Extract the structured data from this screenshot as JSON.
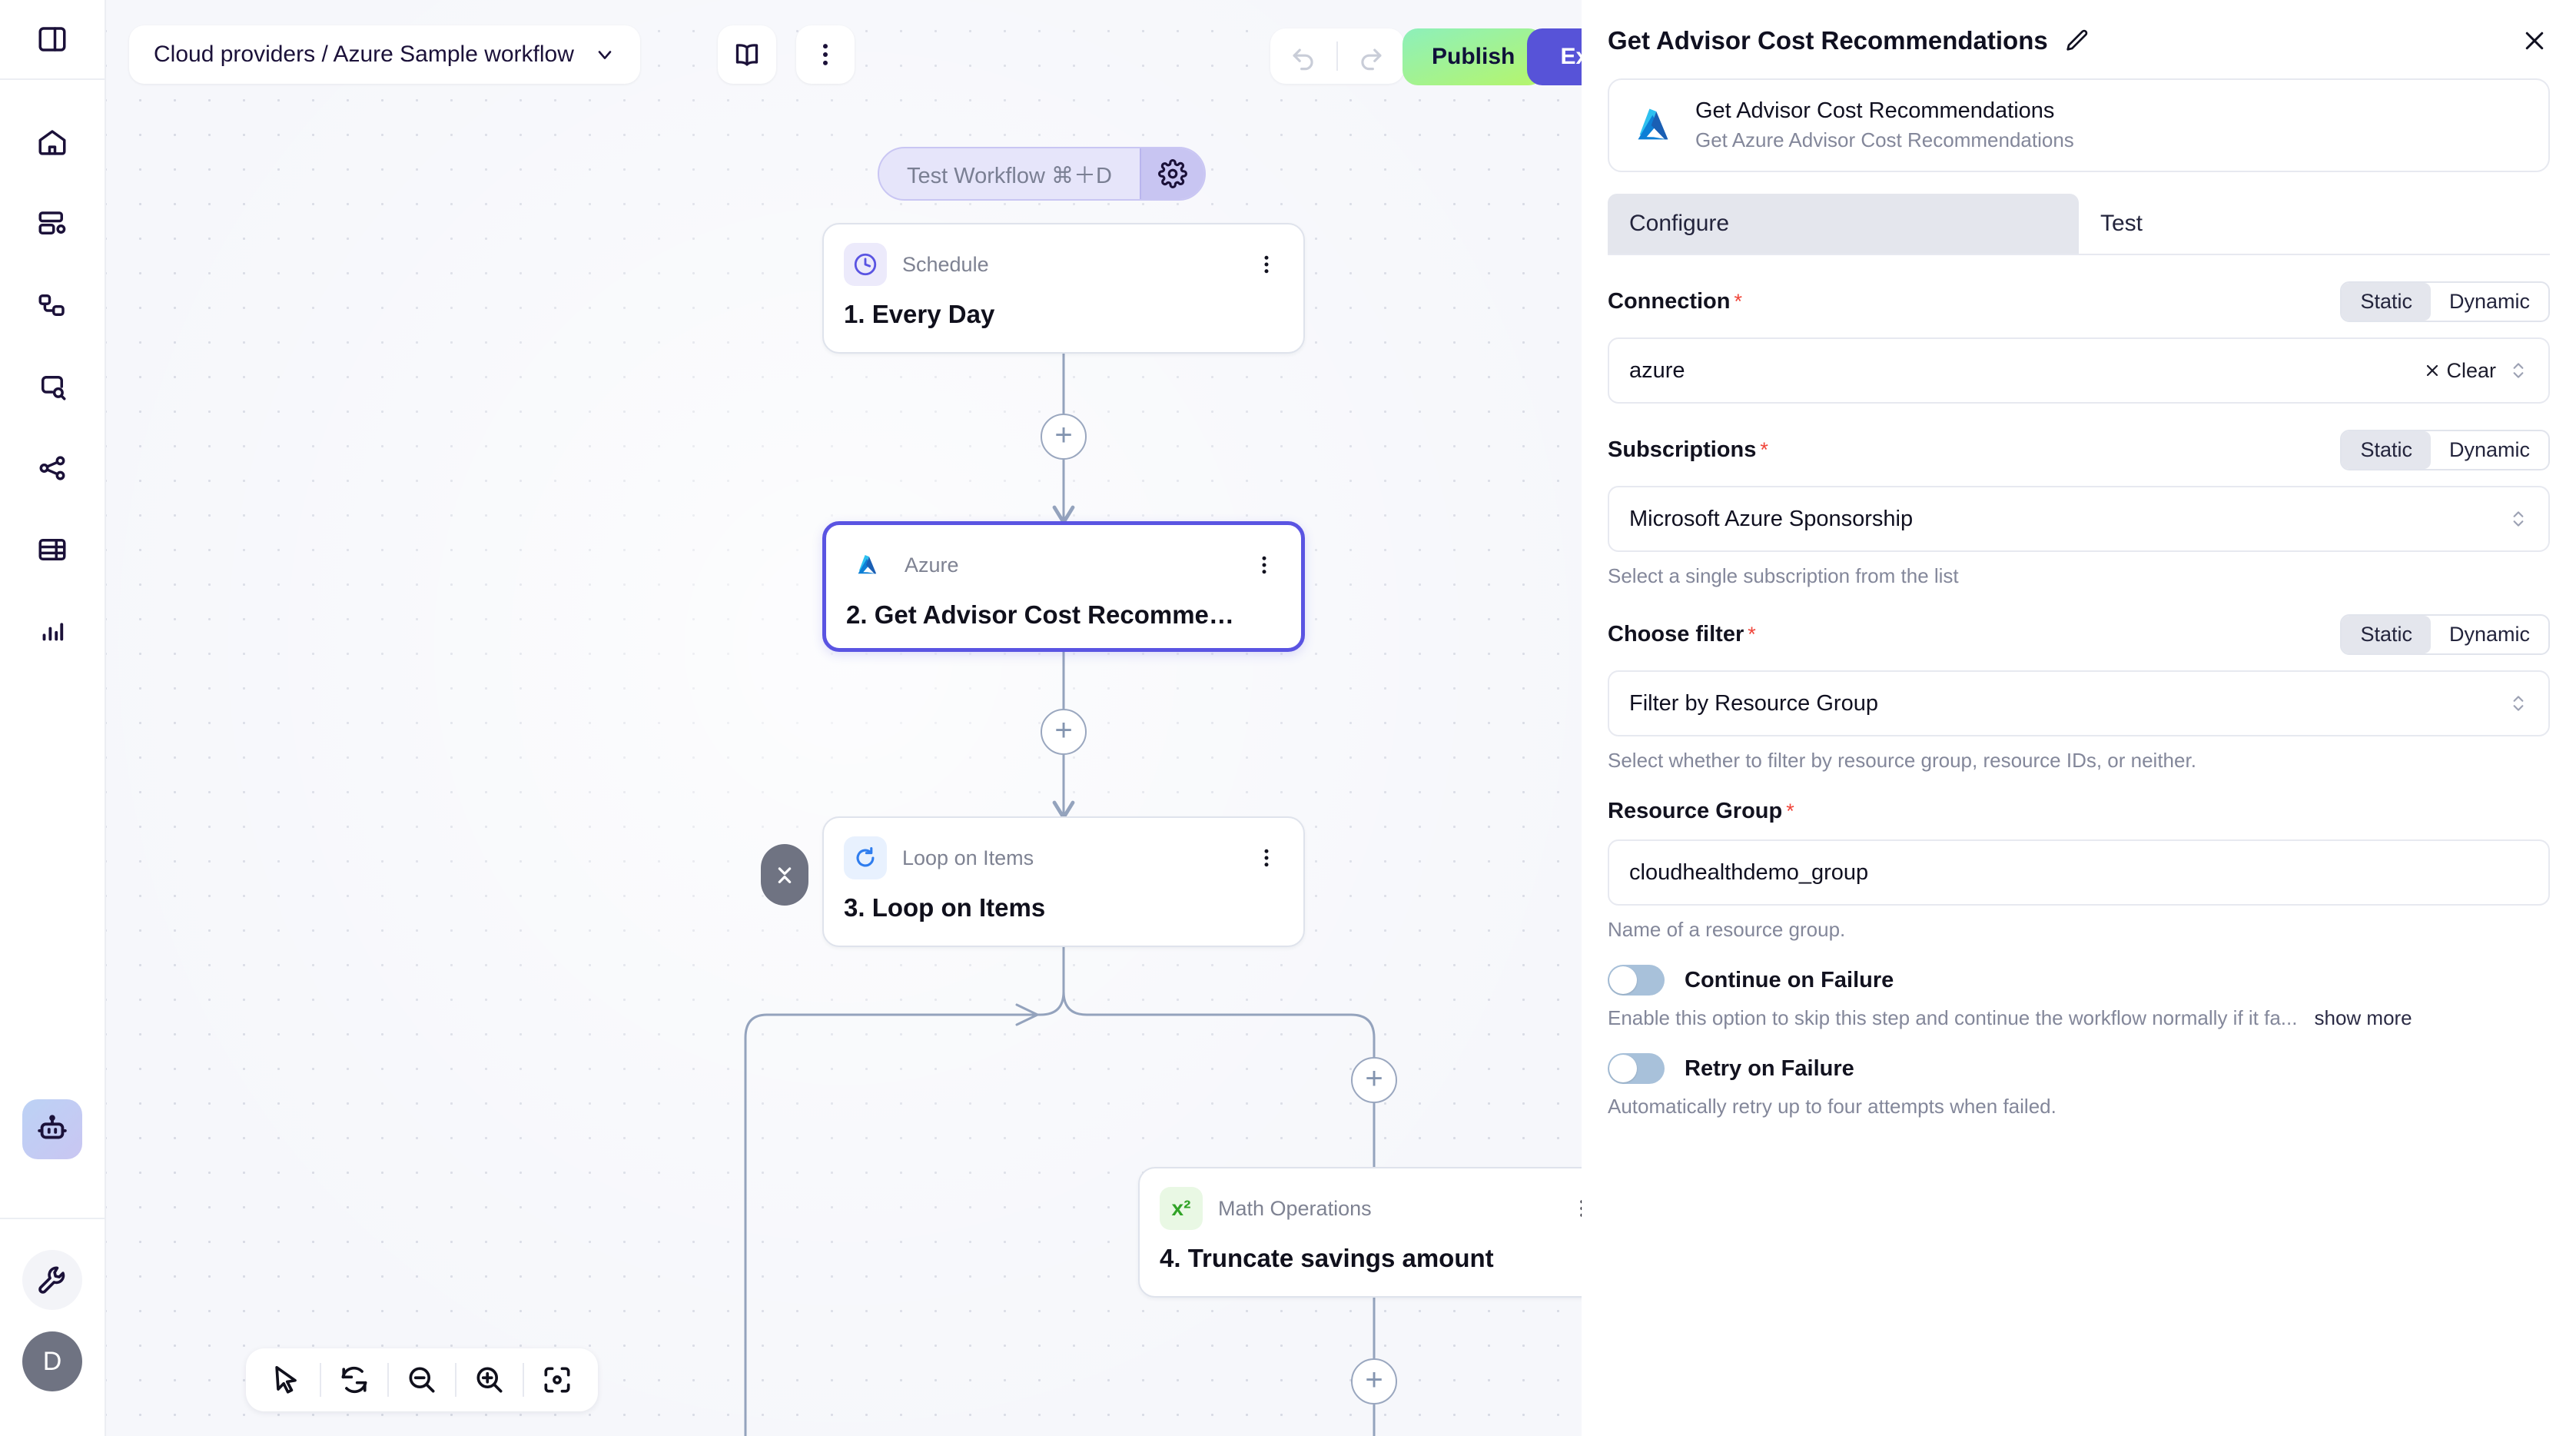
{
  "rail": {
    "toggle_sidebar": "toggle-sidebar",
    "items": [
      {
        "name": "home",
        "label": "Home"
      },
      {
        "name": "workflows",
        "label": "Workflows"
      },
      {
        "name": "integrations",
        "label": "Integrations"
      },
      {
        "name": "search-resources",
        "label": "Search"
      },
      {
        "name": "connections",
        "label": "Connections"
      },
      {
        "name": "tables",
        "label": "Tables"
      },
      {
        "name": "analytics",
        "label": "Analytics"
      }
    ],
    "agent_label": "AI Agent",
    "tools_label": "Tools",
    "avatar_initial": "D"
  },
  "toolbar": {
    "breadcrumb": "Cloud providers / Azure Sample workflow",
    "docs_label": "Docs",
    "more_label": "More options",
    "undo_label": "Undo",
    "redo_label": "Redo",
    "publish_label": "Publish",
    "exit_label": "Exit",
    "publish_color": "#b6f56b",
    "exit_color": "#5753d8"
  },
  "canvas": {
    "test_pill": {
      "label": "Test Workflow ⌘＋D",
      "settings_label": "Test settings"
    },
    "nodes": [
      {
        "id": "schedule",
        "type": "Schedule",
        "title": "1. Every Day",
        "selected": false
      },
      {
        "id": "azure",
        "type": "Azure",
        "title": "2. Get Advisor Cost Recomme…",
        "selected": true
      },
      {
        "id": "loop",
        "type": "Loop on Items",
        "title": "3. Loop on Items",
        "selected": false
      },
      {
        "id": "math",
        "type": "Math Operations",
        "title": "4. Truncate savings amount",
        "selected": false
      }
    ],
    "add_step_label": "+",
    "tools": [
      {
        "name": "pointer-icon",
        "label": "Select"
      },
      {
        "name": "reset-icon",
        "label": "Reset view"
      },
      {
        "name": "zoom-out-icon",
        "label": "Zoom out"
      },
      {
        "name": "zoom-in-icon",
        "label": "Zoom in"
      },
      {
        "name": "fit-view-icon",
        "label": "Fit to view"
      }
    ]
  },
  "panel": {
    "title": "Get Advisor Cost Recommendations",
    "edit_label": "Rename",
    "close_label": "Close",
    "card": {
      "name": "Get Advisor Cost Recommendations",
      "description": "Get Azure Advisor Cost Recommendations"
    },
    "tabs": [
      {
        "label": "Configure",
        "active": true
      },
      {
        "label": "Test",
        "active": false
      }
    ],
    "mode_options": {
      "static": "Static",
      "dynamic": "Dynamic"
    },
    "fields": [
      {
        "label": "Connection",
        "required": true,
        "mode": "Static",
        "value": "azure",
        "clear_label": "Clear",
        "helper": ""
      },
      {
        "label": "Subscriptions",
        "required": true,
        "mode": "Static",
        "value": "Microsoft Azure Sponsorship",
        "helper": "Select a single subscription from the list"
      },
      {
        "label": "Choose filter",
        "required": true,
        "mode": "Static",
        "value": "Filter by Resource Group",
        "helper": "Select whether to filter by resource group, resource IDs, or neither."
      },
      {
        "label": "Resource Group",
        "required": true,
        "value": "cloudhealthdemo_group",
        "helper": "Name of a resource group."
      }
    ],
    "toggles": [
      {
        "label": "Continue on Failure",
        "on": false,
        "helper": "Enable this option to skip this step and continue the workflow normally if it fa...",
        "show_more": "show more"
      },
      {
        "label": "Retry on Failure",
        "on": false,
        "helper": "Automatically retry up to four attempts when failed."
      }
    ]
  }
}
